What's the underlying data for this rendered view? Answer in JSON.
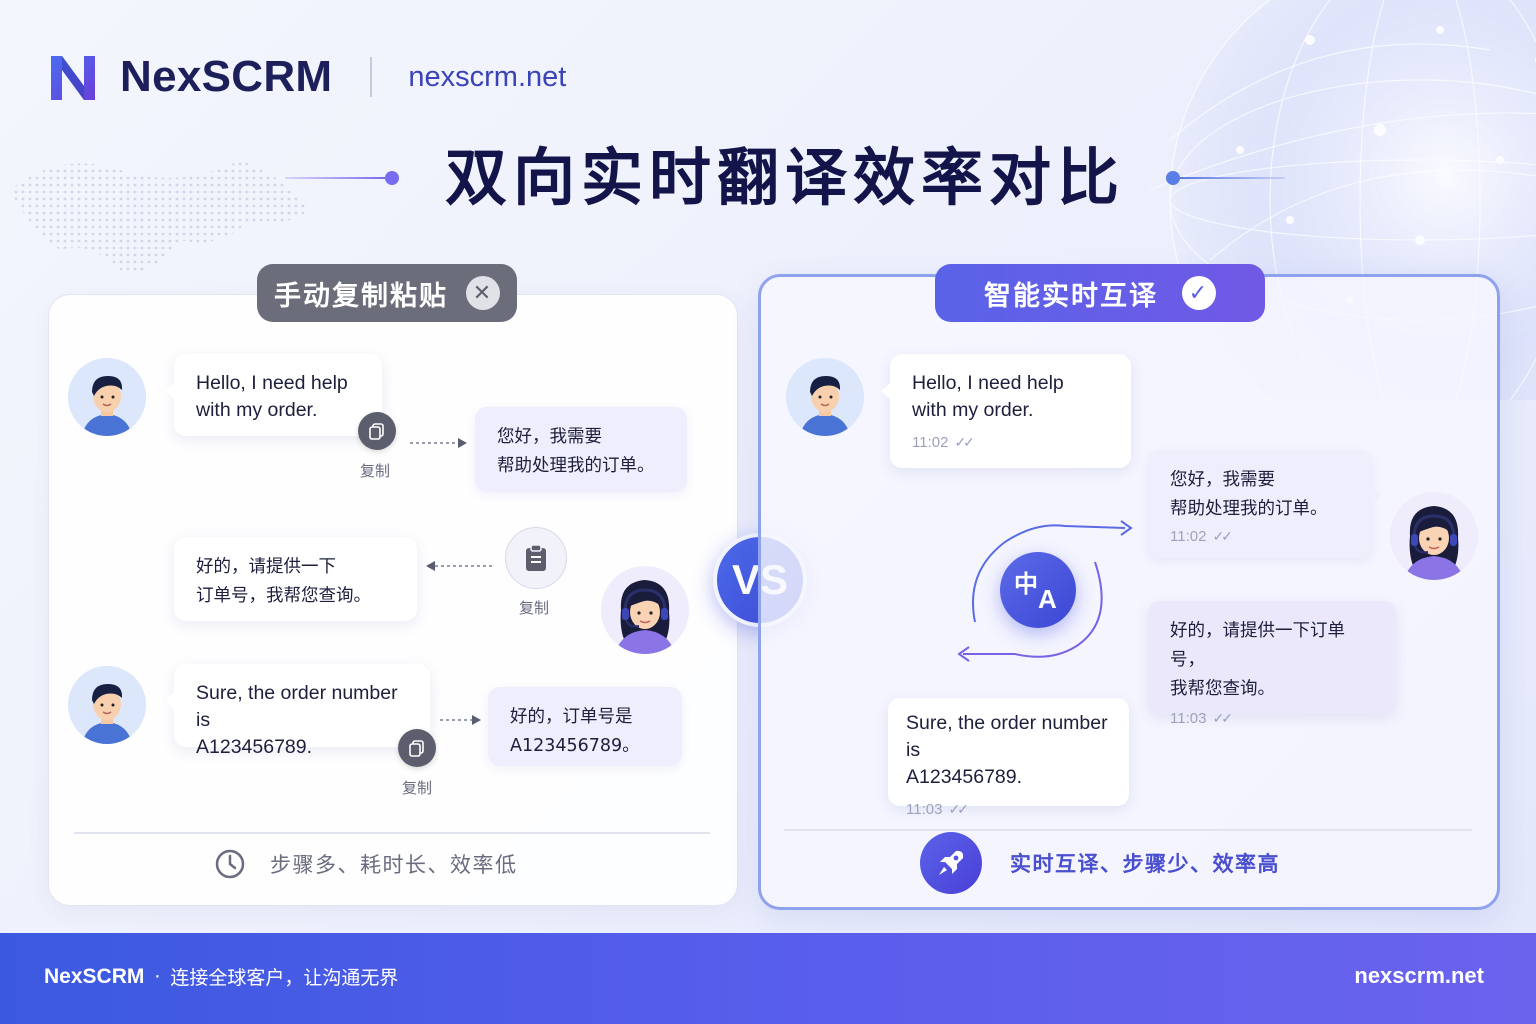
{
  "brand": {
    "name": "NexSCRM",
    "url": "nexscrm.net",
    "logo_icon": "n-logo-icon"
  },
  "title": "双向实时翻译效率对比",
  "colors": {
    "accent": "#4a55e0",
    "brand_dark": "#1c1f5a",
    "manual_gray": "#6b6d7a",
    "bottom_bar": "#4a5be6"
  },
  "manual": {
    "label": "手动复制粘贴",
    "label_icon": "x-icon",
    "messages": [
      {
        "text_line1": "Hello, I need help",
        "text_line2": "with my order.",
        "copy_label": "复制"
      },
      {
        "text_line1": "您好，我需要",
        "text_line2": "帮助处理我的订单。"
      },
      {
        "text_line1": "好的，请提供一下",
        "text_line2": "订单号，我帮您查询。",
        "paste_label": "复制"
      },
      {
        "text_line1": "Sure, the order number is",
        "text_line2": "A123456789.",
        "copy_label": "复制"
      },
      {
        "text_line1": "好的，订单号是",
        "text_line2": "A123456789。"
      }
    ],
    "summary": "步骤多、耗时长、效率低",
    "summary_icon": "clock-icon"
  },
  "vs_label": "VS",
  "smart": {
    "label": "智能实时互译",
    "label_icon": "check-icon",
    "translate_icon": "translate-zh-a-icon",
    "translate_glyph_zh": "中",
    "translate_glyph_a": "A",
    "messages": [
      {
        "text_line1": "Hello, I need help",
        "text_line2": "with my order.",
        "time": "11:02"
      },
      {
        "text_line1": "您好，我需要",
        "text_line2": "帮助处理我的订单。",
        "time": "11:02"
      },
      {
        "text_line1": "好的，请提供一下订单号，",
        "text_line2": "我帮您查询。",
        "time": "11:03"
      },
      {
        "text_line1": "Sure, the order number is",
        "text_line2": "A123456789.",
        "time": "11:03"
      }
    ],
    "summary": "实时互译、步骤少、效率高",
    "summary_icon": "rocket-icon"
  },
  "footer": {
    "brand": "NexSCRM",
    "separator": "·",
    "tagline": "连接全球客户，让沟通无界",
    "url": "nexscrm.net"
  }
}
